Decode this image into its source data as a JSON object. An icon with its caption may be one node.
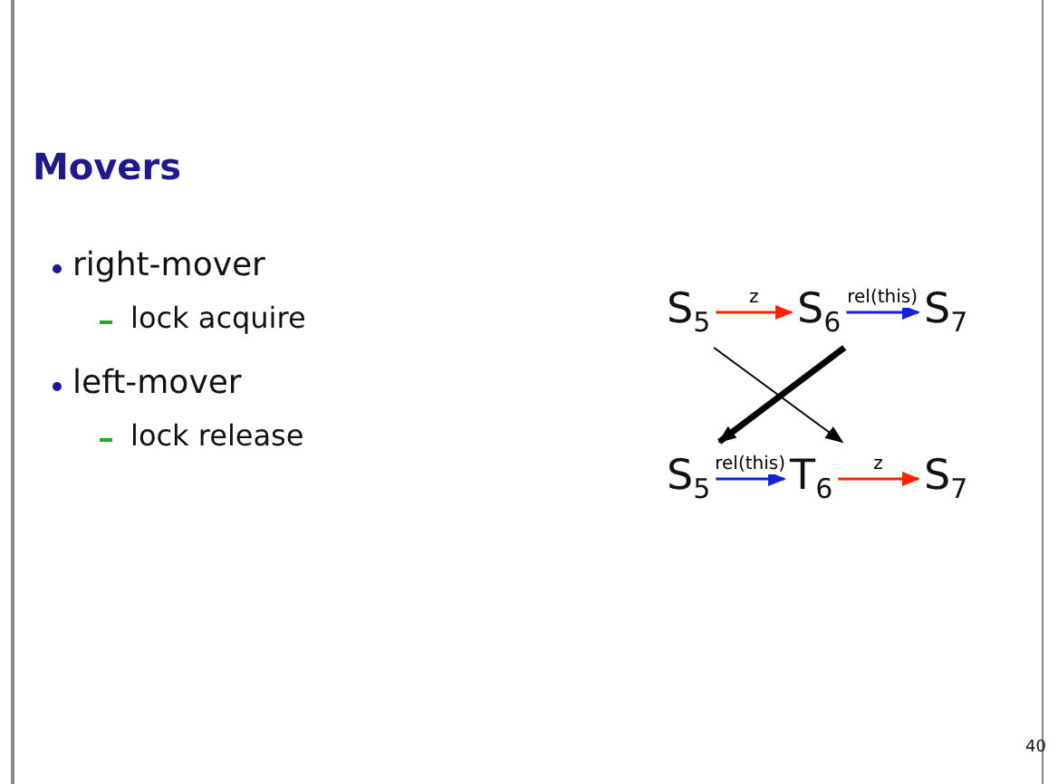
{
  "diagram": {
    "title": "Movers",
    "nodes": [
      {
        "text": [
          "S$_{5}$"
        ]
      },
      {
        "text": [
          "S$_{6}$"
        ]
      },
      {
        "text": [
          "S$_{7}$"
        ]
      },
      {
        "text": [
          "S$_{5}$"
        ]
      },
      {
        "text": [
          "T$_{6}$"
        ]
      },
      {
        "text": [
          "S$_{7}$"
        ]
      }
    ],
    "edges": [
      {
        "from": 0,
        "to": 1,
        "arrow": "to",
        "label": "z",
        "color": "#ff2200"
      },
      {
        "from": 1,
        "to": 2,
        "arrow": "to",
        "label": "rel(this)",
        "color": "#1122dd"
      },
      {
        "from": 3,
        "to": 4,
        "arrow": "to",
        "label": "rel(this)",
        "color": "#1122dd"
      },
      {
        "from": 4,
        "to": 5,
        "arrow": "to",
        "label": "z",
        "color": "#ff2200"
      },
      {
        "from": 0,
        "to": 4,
        "arrow": "to",
        "color": "#000000"
      },
      {
        "from": 1,
        "to": 3,
        "arrow": "to",
        "style": "thick",
        "color": "#000000"
      }
    ],
    "labels": [
      "right-mover",
      "lock acquire",
      "left-mover",
      "lock release",
      "40"
    ]
  }
}
